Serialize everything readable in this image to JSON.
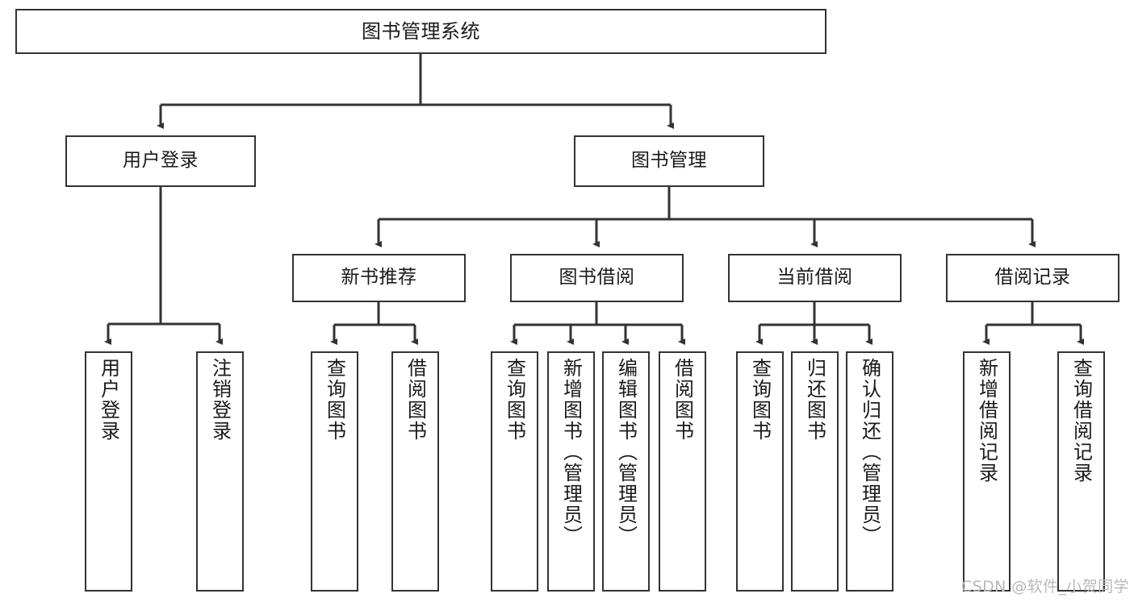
{
  "diagram": {
    "title": "图书管理系统",
    "type": "hierarchy-tree",
    "watermark": "CSDN @软件_小贺同学",
    "colors": {
      "box_border": "#333333",
      "box_fill": "#ffffff",
      "edge": "#333333",
      "text": "#1a1a1a",
      "watermark": "#b9b9b9",
      "background": "#ffffff"
    },
    "levels": [
      {
        "level": 1,
        "nodes": [
          {
            "id": "root",
            "label": "图书管理系统"
          }
        ]
      },
      {
        "level": 2,
        "nodes": [
          {
            "id": "user-login",
            "label": "用户登录"
          },
          {
            "id": "book-management",
            "label": "图书管理"
          }
        ]
      },
      {
        "level": 3,
        "nodes": [
          {
            "id": "new-book-recommend",
            "label": "新书推荐"
          },
          {
            "id": "book-borrow",
            "label": "图书借阅"
          },
          {
            "id": "current-borrow",
            "label": "当前借阅"
          },
          {
            "id": "borrow-record",
            "label": "借阅记录"
          }
        ]
      },
      {
        "level": 4,
        "nodes": [
          {
            "id": "leaf-user-login",
            "label": "用户登录",
            "parent": "user-login"
          },
          {
            "id": "leaf-logout",
            "label": "注销登录",
            "parent": "user-login"
          },
          {
            "id": "leaf-query-book-1",
            "label": "查询图书",
            "parent": "new-book-recommend"
          },
          {
            "id": "leaf-borrow-book-1",
            "label": "借阅图书",
            "parent": "new-book-recommend"
          },
          {
            "id": "leaf-query-book-2",
            "label": "查询图书",
            "parent": "book-borrow"
          },
          {
            "id": "leaf-add-book",
            "label": "新增图书（管理员）",
            "parent": "book-borrow"
          },
          {
            "id": "leaf-edit-book",
            "label": "编辑图书（管理员）",
            "parent": "book-borrow"
          },
          {
            "id": "leaf-borrow-book-2",
            "label": "借阅图书",
            "parent": "book-borrow"
          },
          {
            "id": "leaf-query-book-3",
            "label": "查询图书",
            "parent": "current-borrow"
          },
          {
            "id": "leaf-return-book",
            "label": "归还图书",
            "parent": "current-borrow"
          },
          {
            "id": "leaf-confirm-return",
            "label": "确认归还（管理员）",
            "parent": "current-borrow"
          },
          {
            "id": "leaf-add-record",
            "label": "新增借阅记录",
            "parent": "borrow-record"
          },
          {
            "id": "leaf-query-record",
            "label": "查询借阅记录",
            "parent": "borrow-record"
          }
        ]
      }
    ]
  }
}
